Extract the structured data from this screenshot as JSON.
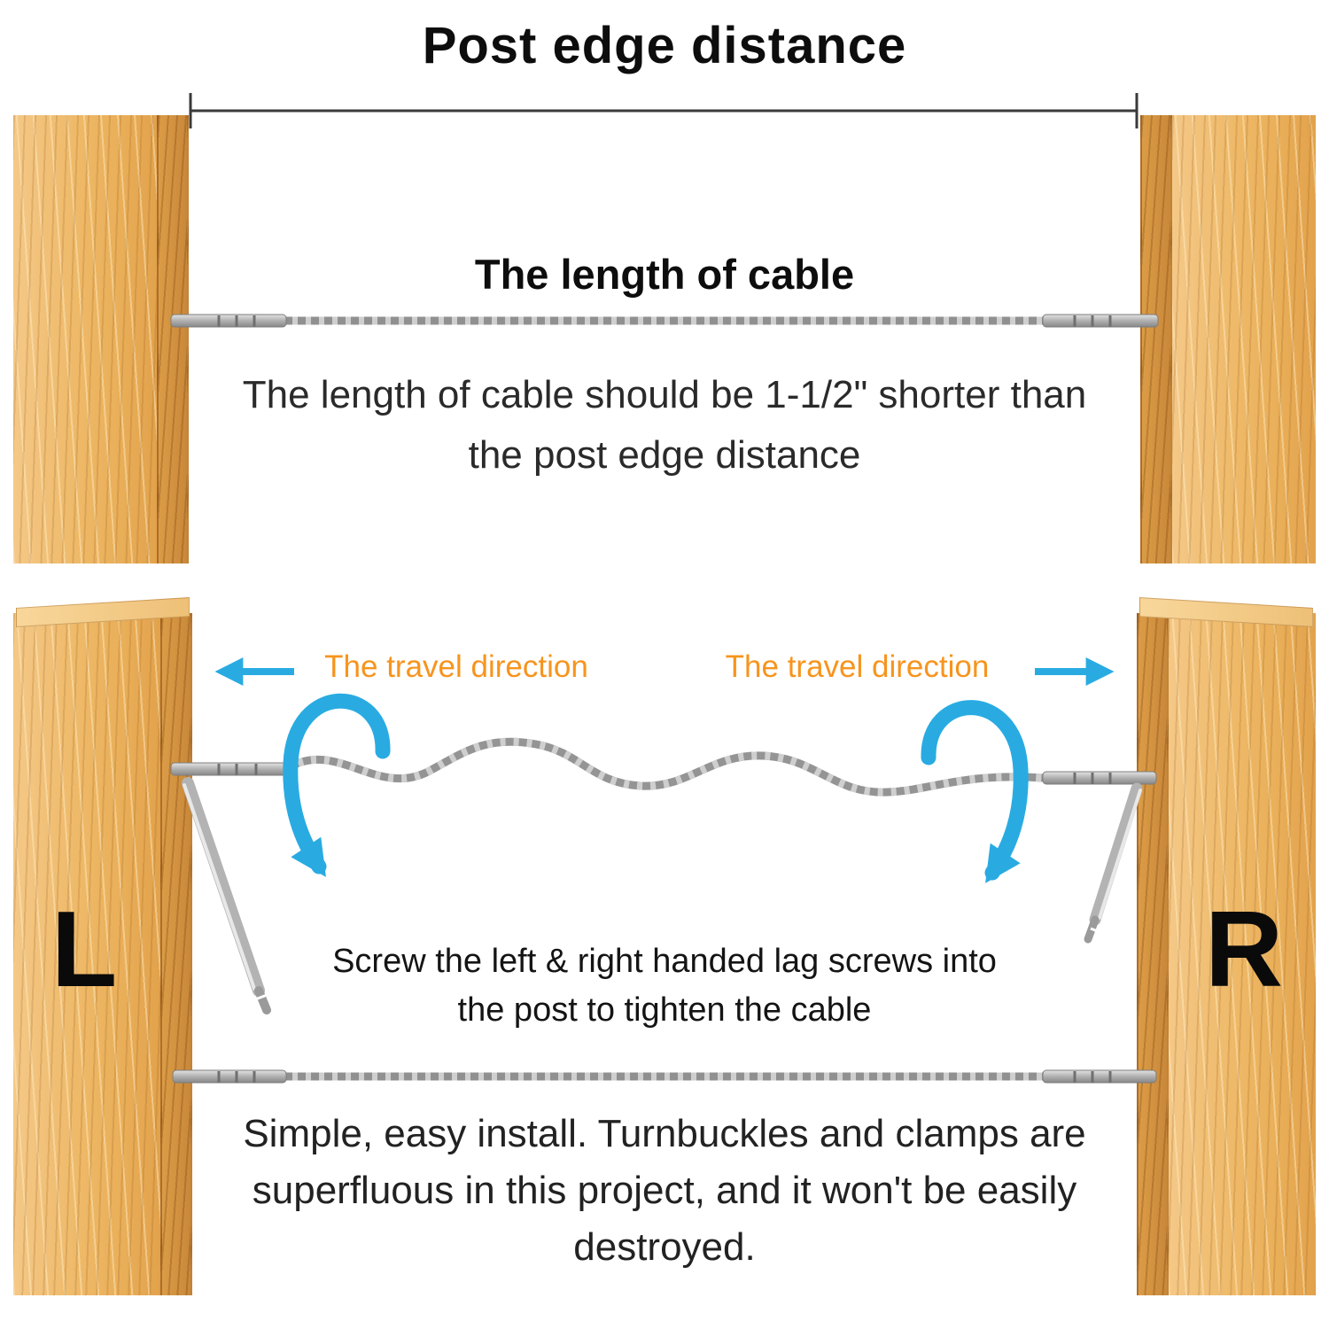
{
  "title": "Post edge distance",
  "top": {
    "cable_heading": "The length of cable",
    "cable_note": "The length of cable should be 1-1/2\" shorter than the post edge distance"
  },
  "bottom": {
    "travel_left_label": "The travel direction",
    "travel_right_label": "The travel direction",
    "post_left_label": "L",
    "post_right_label": "R",
    "screw_instruction": "Screw the left & right handed lag screws into the post to tighten the cable",
    "summary": "Simple, easy install. Turnbuckles and clamps are superfluous in this project, and it won't be easily destroyed."
  },
  "icons": {
    "travel_arrow_left": "arrow-pointing-left",
    "travel_arrow_right": "arrow-pointing-right",
    "rotate_arrow_left": "curved-rotation-arrow",
    "rotate_arrow_right": "curved-rotation-arrow",
    "measure_line": "dimension-line-with-end-ticks"
  },
  "colors": {
    "accent_blue": "#29abe2",
    "accent_orange": "#f7941d",
    "wood": "#eeb968",
    "cable_gray": "#9a9a9a",
    "text": "#111111"
  }
}
